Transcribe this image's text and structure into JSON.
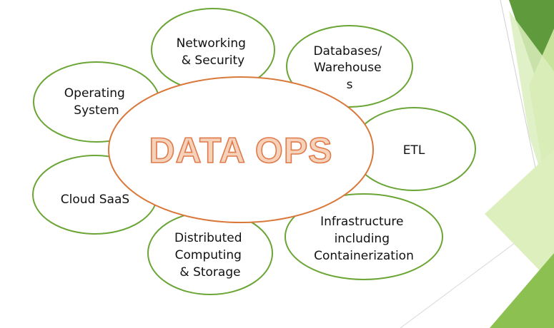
{
  "diagram": {
    "center": {
      "label": "DATA OPS"
    },
    "nodes": [
      {
        "id": "networking",
        "lines": [
          "Networking",
          "& Security"
        ]
      },
      {
        "id": "databases",
        "lines": [
          "Databases/",
          "Warehouse",
          "s"
        ]
      },
      {
        "id": "operating-system",
        "lines": [
          "Operating",
          "System"
        ]
      },
      {
        "id": "etl",
        "lines": [
          "ETL"
        ]
      },
      {
        "id": "cloud-saas",
        "lines": [
          "Cloud SaaS"
        ]
      },
      {
        "id": "infrastructure",
        "lines": [
          "Infrastructure",
          "including",
          "Containerization"
        ]
      },
      {
        "id": "distributed",
        "lines": [
          "Distributed",
          "Computing",
          "& Storage"
        ]
      }
    ]
  },
  "colors": {
    "petal_stroke": "#6aa536",
    "center_stroke": "#d9783a",
    "center_fill_text": "#f6d2ba",
    "decor_dark_green": "#5f9a3d",
    "decor_light_green": "#c8e39c",
    "decor_mid_green": "#8cc152"
  }
}
